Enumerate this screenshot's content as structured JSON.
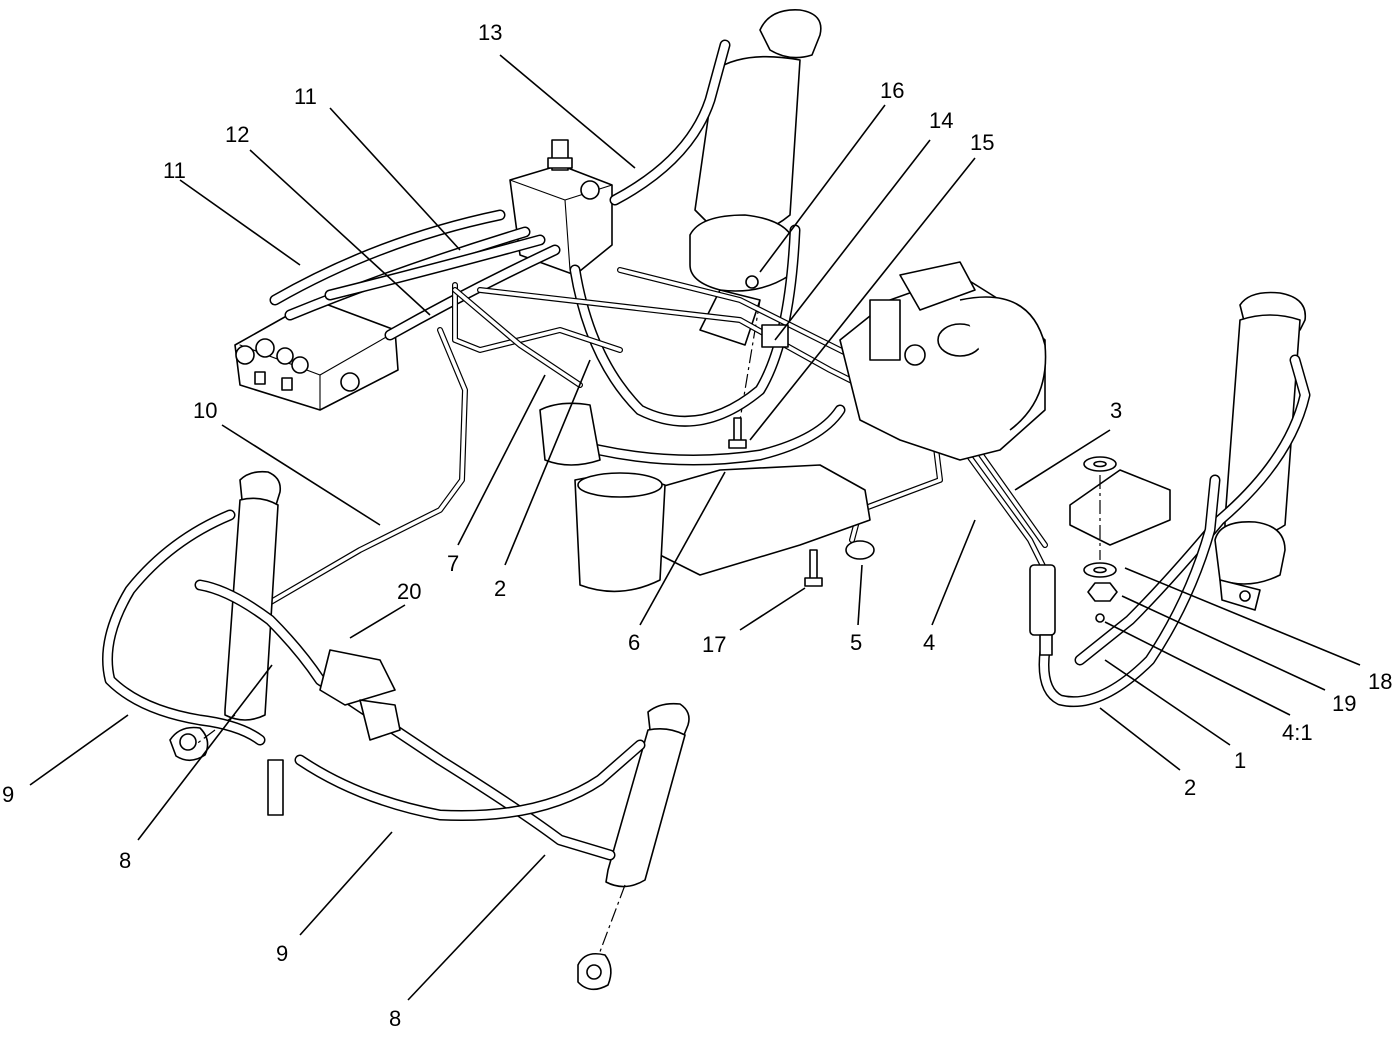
{
  "diagram": {
    "callouts": [
      {
        "id": "c13",
        "label": "13"
      },
      {
        "id": "c11a",
        "label": "11"
      },
      {
        "id": "c16",
        "label": "16"
      },
      {
        "id": "c14",
        "label": "14"
      },
      {
        "id": "c15",
        "label": "15"
      },
      {
        "id": "c12",
        "label": "12"
      },
      {
        "id": "c11b",
        "label": "11"
      },
      {
        "id": "c10",
        "label": "10"
      },
      {
        "id": "c3",
        "label": "3"
      },
      {
        "id": "c7",
        "label": "7"
      },
      {
        "id": "c2a",
        "label": "2"
      },
      {
        "id": "c20",
        "label": "20"
      },
      {
        "id": "c6",
        "label": "6"
      },
      {
        "id": "c17",
        "label": "17"
      },
      {
        "id": "c5",
        "label": "5"
      },
      {
        "id": "c4",
        "label": "4"
      },
      {
        "id": "c18",
        "label": "18"
      },
      {
        "id": "c19",
        "label": "19"
      },
      {
        "id": "c41",
        "label": "4:1"
      },
      {
        "id": "c1",
        "label": "1"
      },
      {
        "id": "c2b",
        "label": "2"
      },
      {
        "id": "c9a",
        "label": "9"
      },
      {
        "id": "c8a",
        "label": "8"
      },
      {
        "id": "c9b",
        "label": "9"
      },
      {
        "id": "c8b",
        "label": "8"
      }
    ]
  }
}
